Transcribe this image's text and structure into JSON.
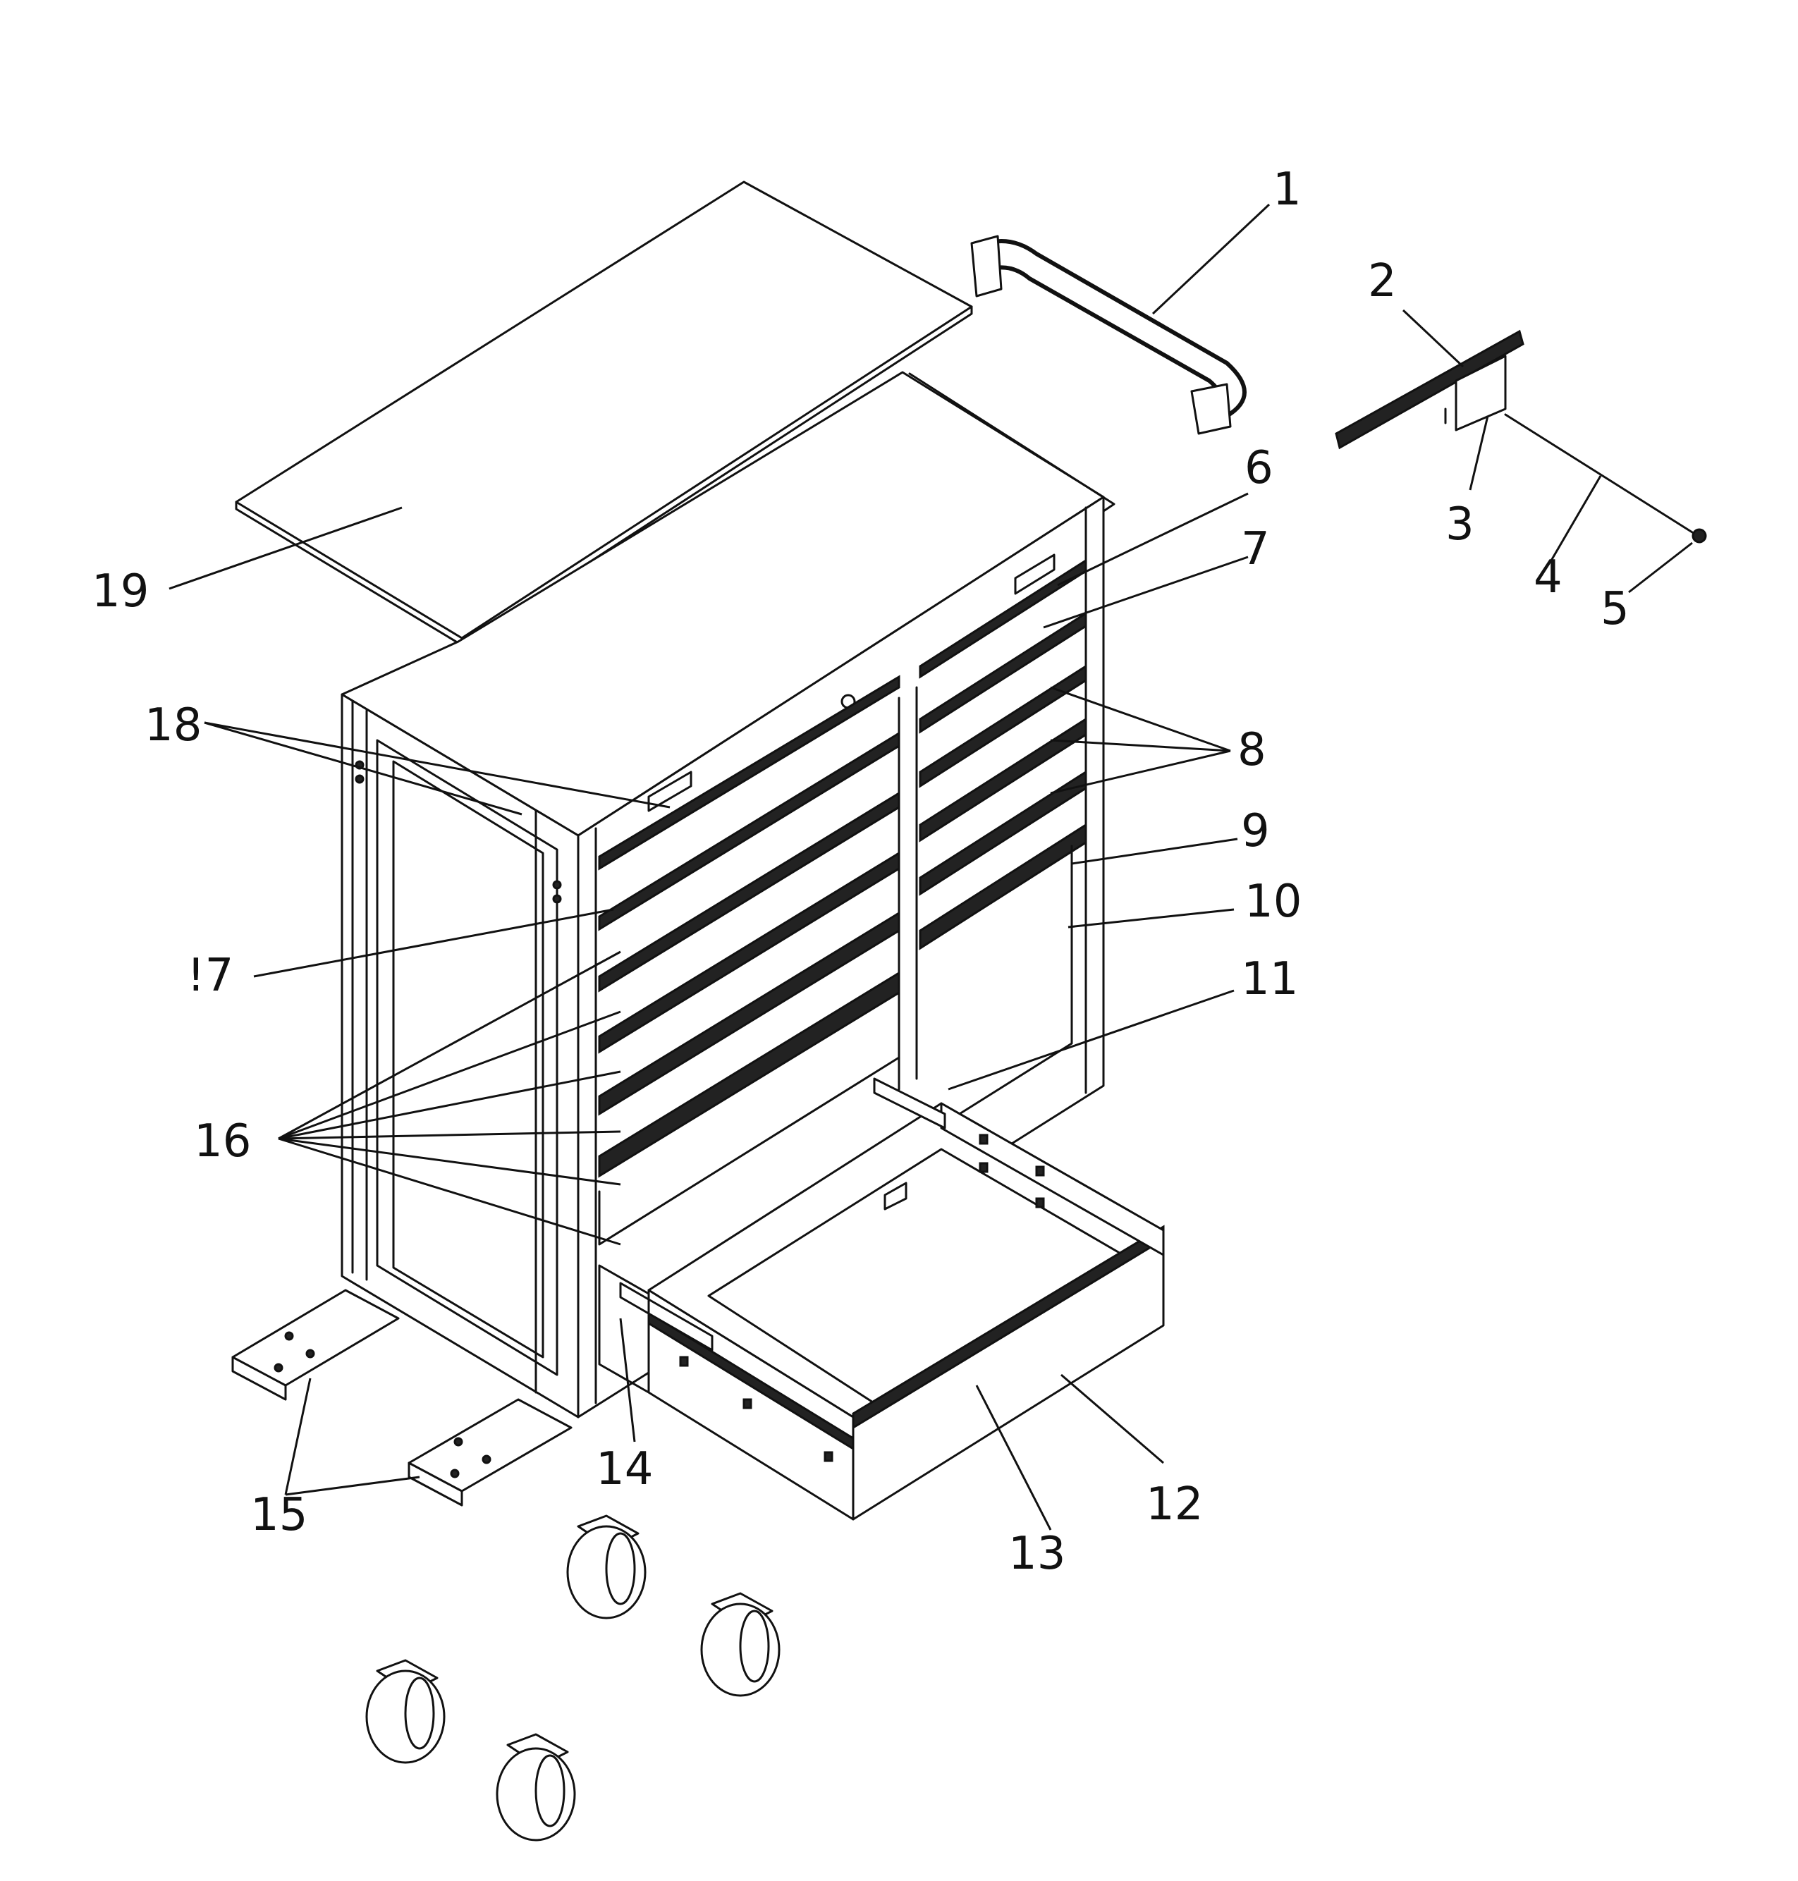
{
  "callouts": [
    {
      "id": "1",
      "text": "1"
    },
    {
      "id": "2",
      "text": "2"
    },
    {
      "id": "3",
      "text": "3"
    },
    {
      "id": "4",
      "text": "4"
    },
    {
      "id": "5",
      "text": "5"
    },
    {
      "id": "6",
      "text": "6"
    },
    {
      "id": "7",
      "text": "7"
    },
    {
      "id": "8",
      "text": "8"
    },
    {
      "id": "9",
      "text": "9"
    },
    {
      "id": "10",
      "text": "10"
    },
    {
      "id": "11",
      "text": "11"
    },
    {
      "id": "12",
      "text": "12"
    },
    {
      "id": "13",
      "text": "13"
    },
    {
      "id": "14",
      "text": "14"
    },
    {
      "id": "15",
      "text": "15"
    },
    {
      "id": "16",
      "text": "16"
    },
    {
      "id": "17",
      "text": "!7"
    },
    {
      "id": "18",
      "text": "18"
    },
    {
      "id": "19",
      "text": "19"
    }
  ]
}
